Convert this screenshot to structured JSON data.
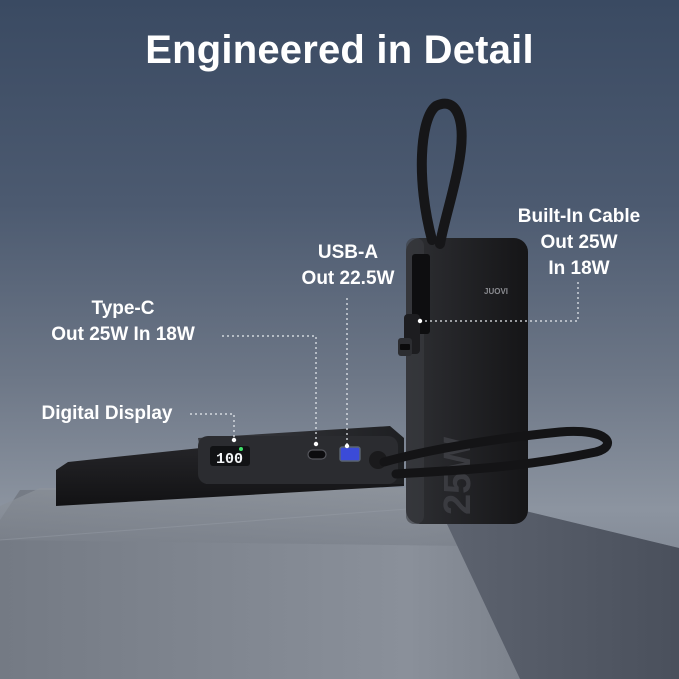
{
  "title": "Engineered in Detail",
  "callouts": {
    "built_in_cable": {
      "line1": "Built-In Cable",
      "line2": "Out 25W",
      "line3": "In 18W"
    },
    "usb_a": {
      "line1": "USB-A",
      "line2": "Out 22.5W"
    },
    "type_c": {
      "line1": "Type-C",
      "line2": "Out 25W In 18W"
    },
    "digital_display": {
      "line1": "Digital Display"
    }
  },
  "product": {
    "brand": "JUOVI",
    "display_reading": "100",
    "side_text": "25W"
  },
  "colors": {
    "background_top": "#3a4a62",
    "pedestal": "#8c94a0",
    "device": "#1c1c1e",
    "port_blue": "#3b4bd8",
    "text": "#ffffff"
  }
}
